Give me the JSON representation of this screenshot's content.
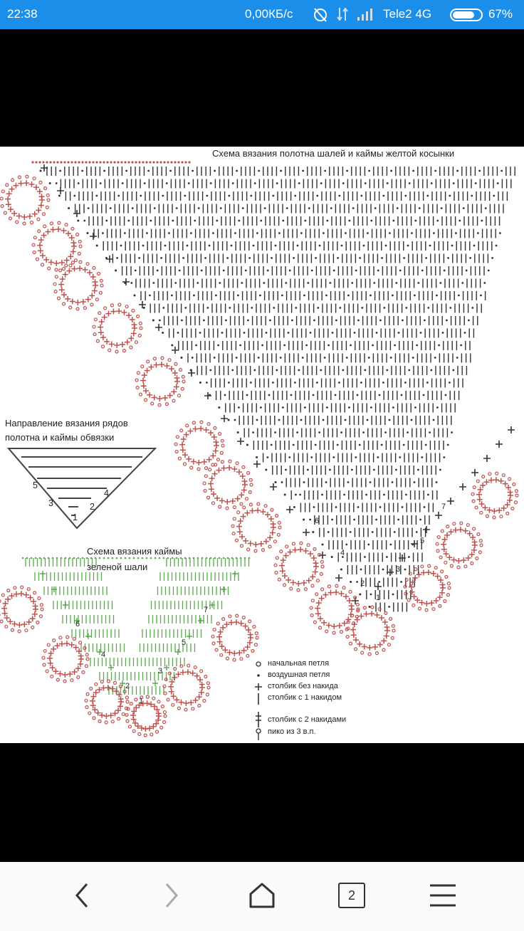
{
  "status_bar": {
    "time": "22:38",
    "speed": "0,00КБ/с",
    "carrier": "Tele2 4G",
    "battery": "67%"
  },
  "diagram": {
    "title": "Схема вязания полотна шалей и каймы желтой косынки",
    "direction_title_line1": "Направление вязания рядов",
    "direction_title_line2": "полотна и каймы обвязки",
    "green_title_line1": "Схема вязания каймы",
    "green_title_line2": "зеленой шали",
    "direction_numbers": [
      "5",
      "4",
      "3",
      "2",
      "1"
    ],
    "main_row_numbers": [
      "7",
      "6",
      "5",
      "4",
      "3",
      "2",
      "1"
    ],
    "green_row_numbers": [
      "7",
      "6",
      "5",
      "4",
      "3",
      "2",
      "1"
    ],
    "legend": [
      {
        "symbol": "circle",
        "label": "начальная петля"
      },
      {
        "symbol": "dot",
        "label": "воздушная петля"
      },
      {
        "symbol": "plus",
        "label": "столбик без накида"
      },
      {
        "symbol": "stick1",
        "label": "столбик с 1 накидом"
      },
      {
        "symbol": "stick2",
        "label": "столбик с 2 накидами"
      },
      {
        "symbol": "picot",
        "label": "пико из 3 в.п."
      }
    ],
    "colors": {
      "stitch": "#333333",
      "border_red": "#c0504d",
      "green": "#5aa84f",
      "grey": "#444444"
    }
  },
  "nav_bar": {
    "back_icon": "chevron-left-icon",
    "forward_icon": "chevron-right-icon",
    "home_icon": "home-icon",
    "tabs_count": "2",
    "menu_icon": "hamburger-menu-icon"
  }
}
